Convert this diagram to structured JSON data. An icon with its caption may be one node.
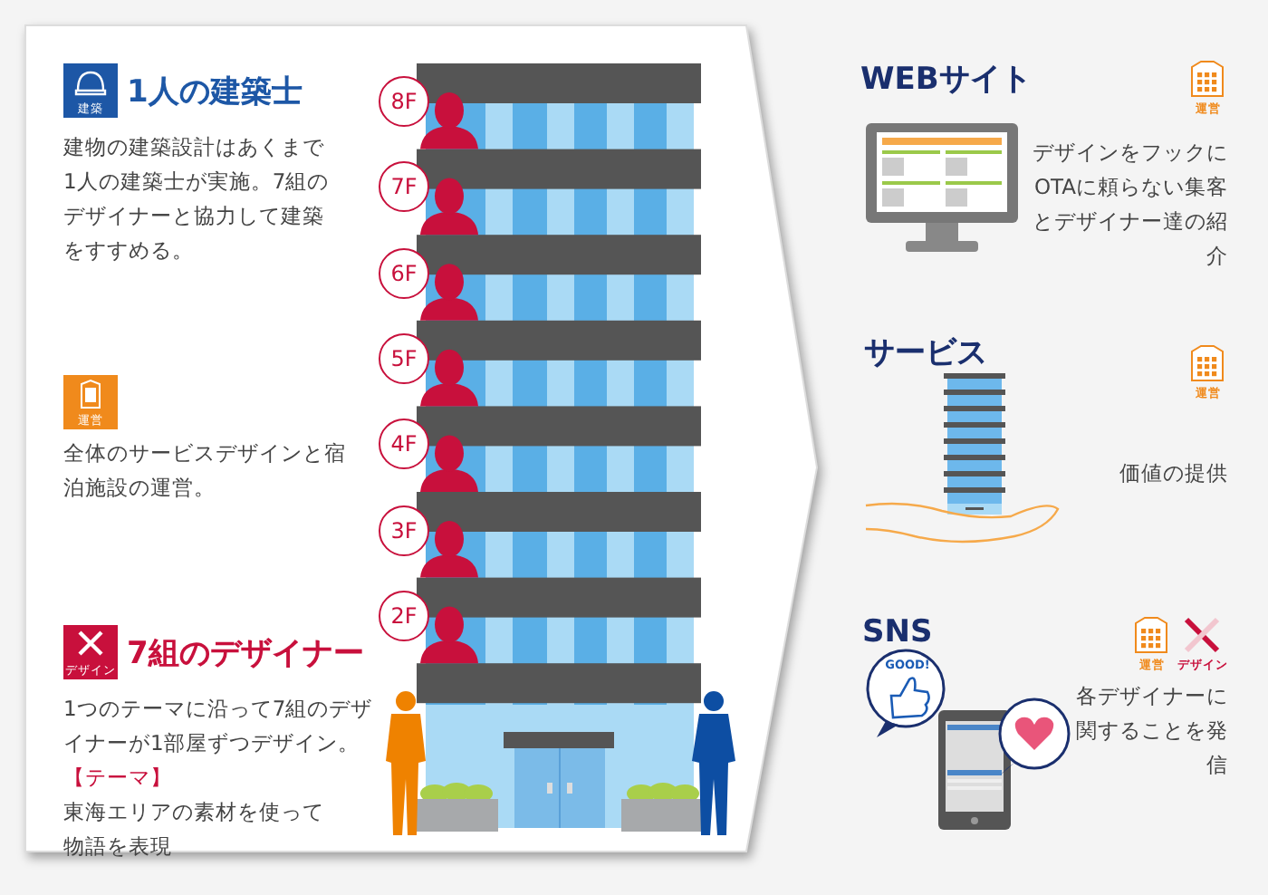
{
  "diagram": {
    "nodes": [
      {
        "text": [
          "建築"
        ]
      },
      {
        "text": [
          "運営"
        ]
      },
      {
        "text": [
          "デザイン"
        ]
      },
      {
        "text": [
          "8F"
        ]
      },
      {
        "text": [
          "7F"
        ]
      },
      {
        "text": [
          "6F"
        ]
      },
      {
        "text": [
          "5F"
        ]
      },
      {
        "text": [
          "4F"
        ]
      },
      {
        "text": [
          "3F"
        ]
      },
      {
        "text": [
          "2F"
        ]
      }
    ],
    "labels": [
      "1人の建築士",
      "建物の建築設計はあくまで1人の建築士が実施。7組のデザイナーと協力して建築をすすめる。",
      "全体のサービスデザインと宿泊施設の運営。",
      "7組のデザイナー",
      "1つのテーマに沿って7組のデザイナーが1部屋ずつデザイン。",
      "【テーマ】",
      "東海エリアの素材を使って物語を表現",
      "WEBサイト",
      "運営",
      "デザインをフックにOTAに頼らない集客とデザイナー達の紹介",
      "サービス",
      "運営",
      "価値の提供",
      "SNS",
      "GOOD!",
      "運営",
      "デザイン",
      "各デザイナーに関することを発信"
    ]
  }
}
